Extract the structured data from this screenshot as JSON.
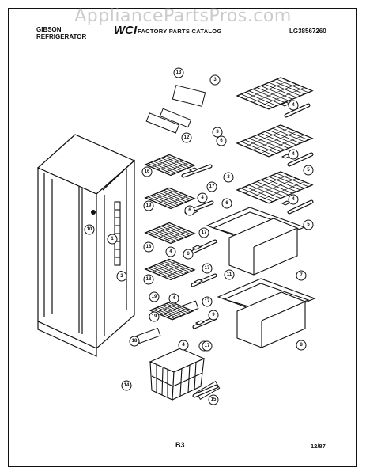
{
  "watermark": "AppliancePartsPros.com",
  "header": {
    "brand_line1": "GIBSON",
    "brand_line2": "REFRIGERATOR",
    "logo": "WCI",
    "catalog_title": "FACTORY PARTS CATALOG",
    "model_number": "LG38567260"
  },
  "footer": {
    "page_code": "B3",
    "date": "12/87"
  },
  "callouts": [
    "13",
    "12",
    "3",
    "4",
    "6",
    "6",
    "3",
    "4",
    "5",
    "3",
    "4",
    "5",
    "16",
    "17",
    "19",
    "4",
    "6",
    "17",
    "17",
    "18",
    "4",
    "6",
    "7",
    "18",
    "17",
    "17",
    "19",
    "4",
    "9",
    "11",
    "19",
    "8",
    "18",
    "4",
    "17",
    "14",
    "15",
    "1",
    "2",
    "10"
  ]
}
